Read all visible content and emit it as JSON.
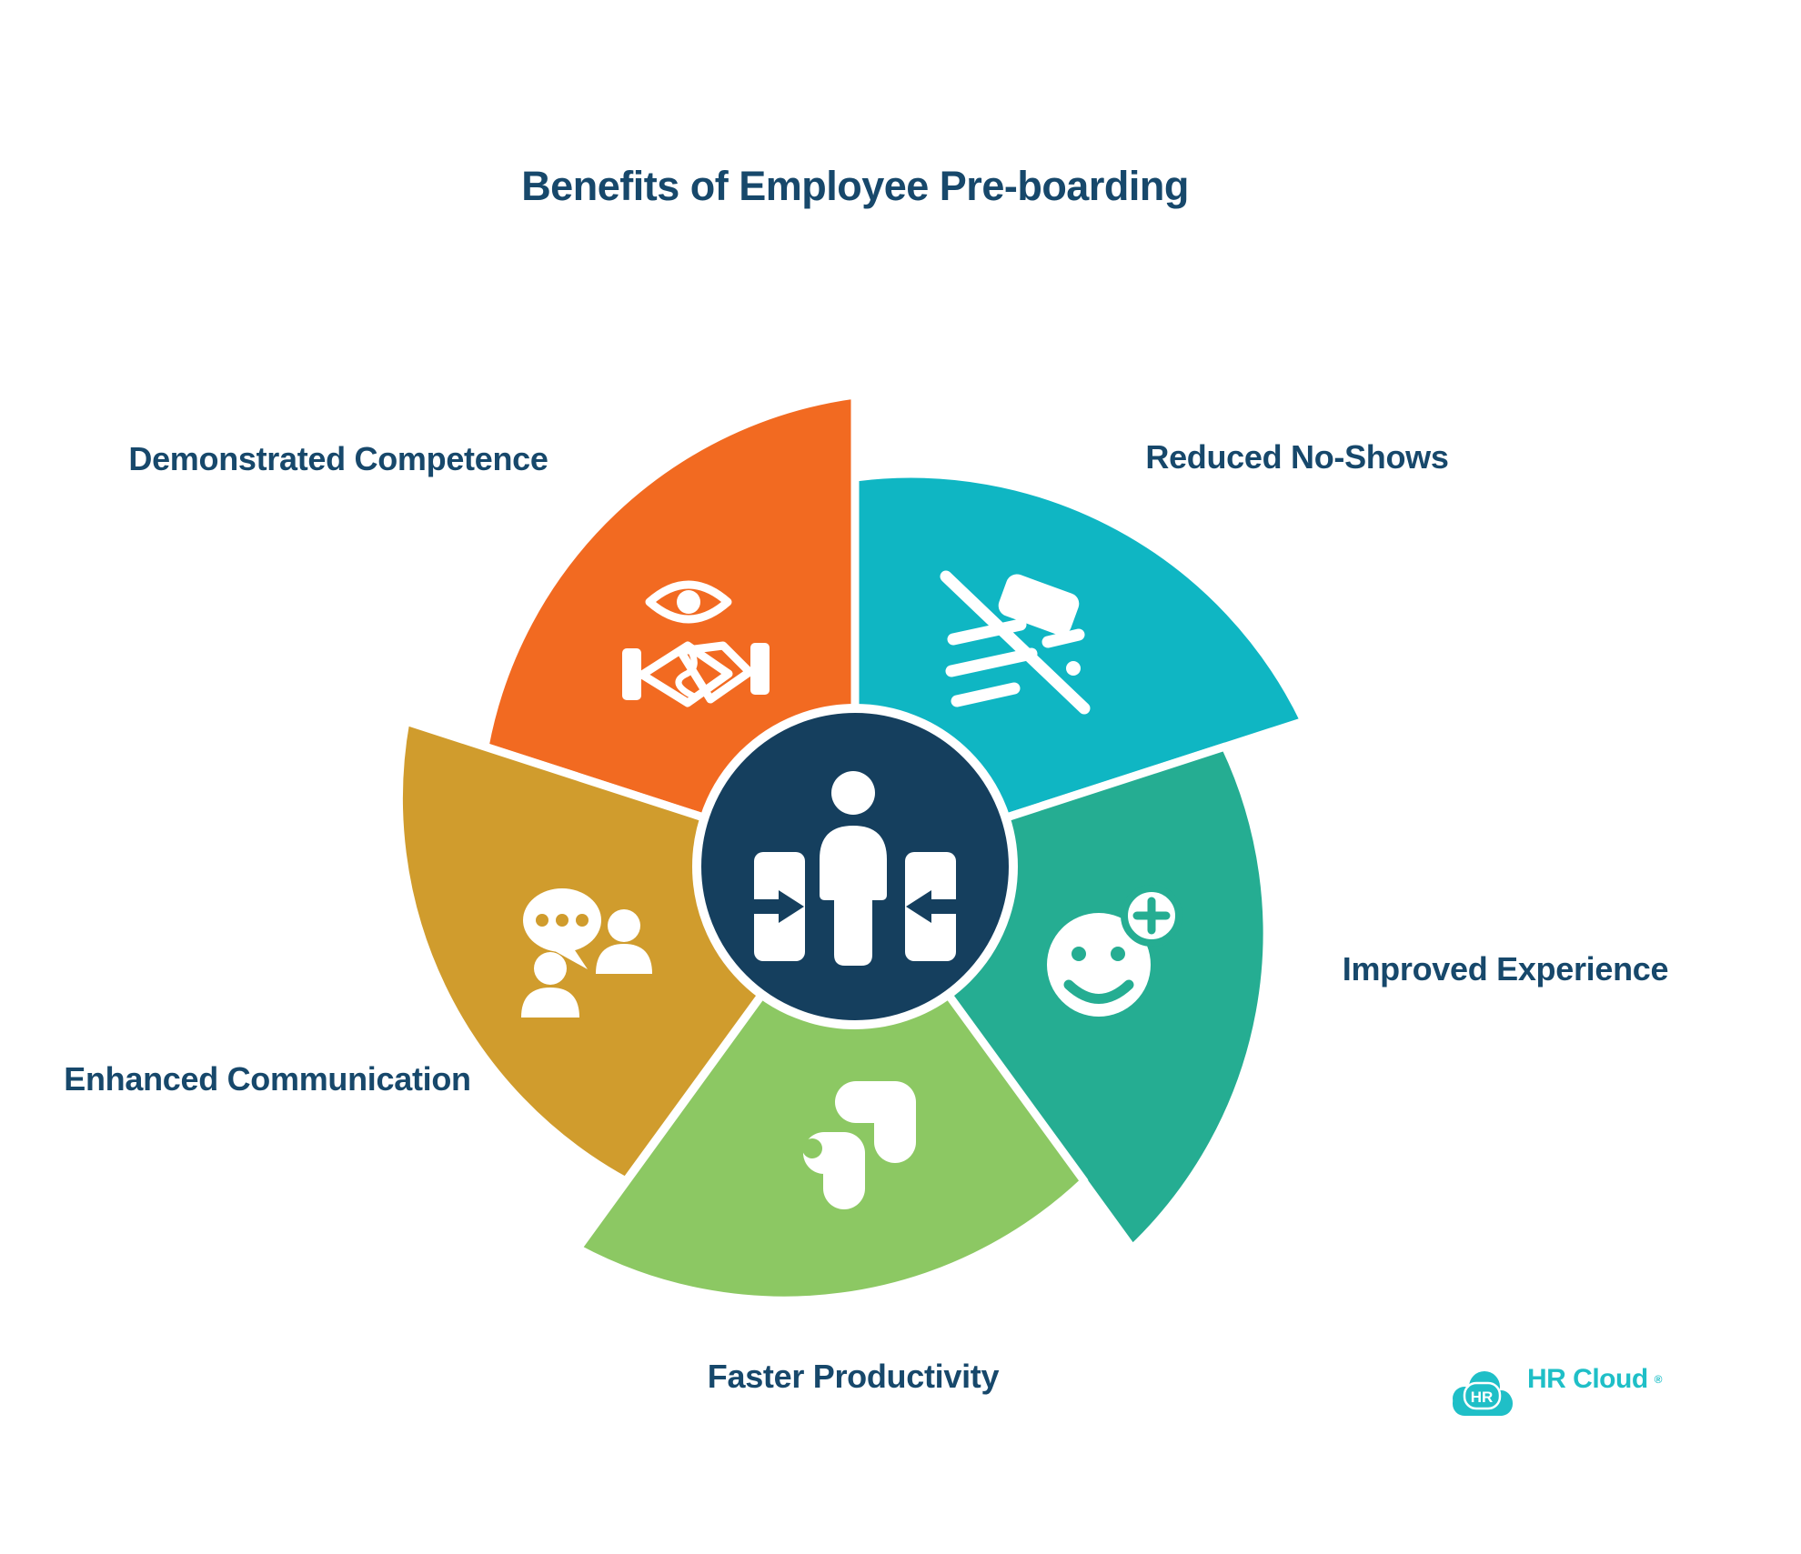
{
  "title": "Benefits of Employee Pre-boarding",
  "segments": [
    {
      "label": "Demonstrated Competence",
      "color": "#f26a21",
      "icon": "eye-handshake-icon"
    },
    {
      "label": "Reduced No-Shows",
      "color": "#0fb6c3",
      "icon": "no-show-slash-icon"
    },
    {
      "label": "Improved Experience",
      "color": "#25ad92",
      "icon": "smiley-plus-icon"
    },
    {
      "label": "Faster Productivity",
      "color": "#8cc863",
      "icon": "growth-arrows-icon"
    },
    {
      "label": "Enhanced Communication",
      "color": "#d09c2d",
      "icon": "chat-people-icon"
    }
  ],
  "center": {
    "icon": "employee-transition-icon",
    "color": "#153f5e"
  },
  "logo": {
    "badge": "HR",
    "text": "HR Cloud",
    "registered": "®"
  },
  "colors": {
    "orange": "#f26a21",
    "teal": "#0fb6c3",
    "green": "#25ad92",
    "lightgreen": "#8cc863",
    "gold": "#d09c2d",
    "navy": "#153f5e",
    "label": "#17486b",
    "brand": "#1fbfc7",
    "background": "#ffffff"
  }
}
